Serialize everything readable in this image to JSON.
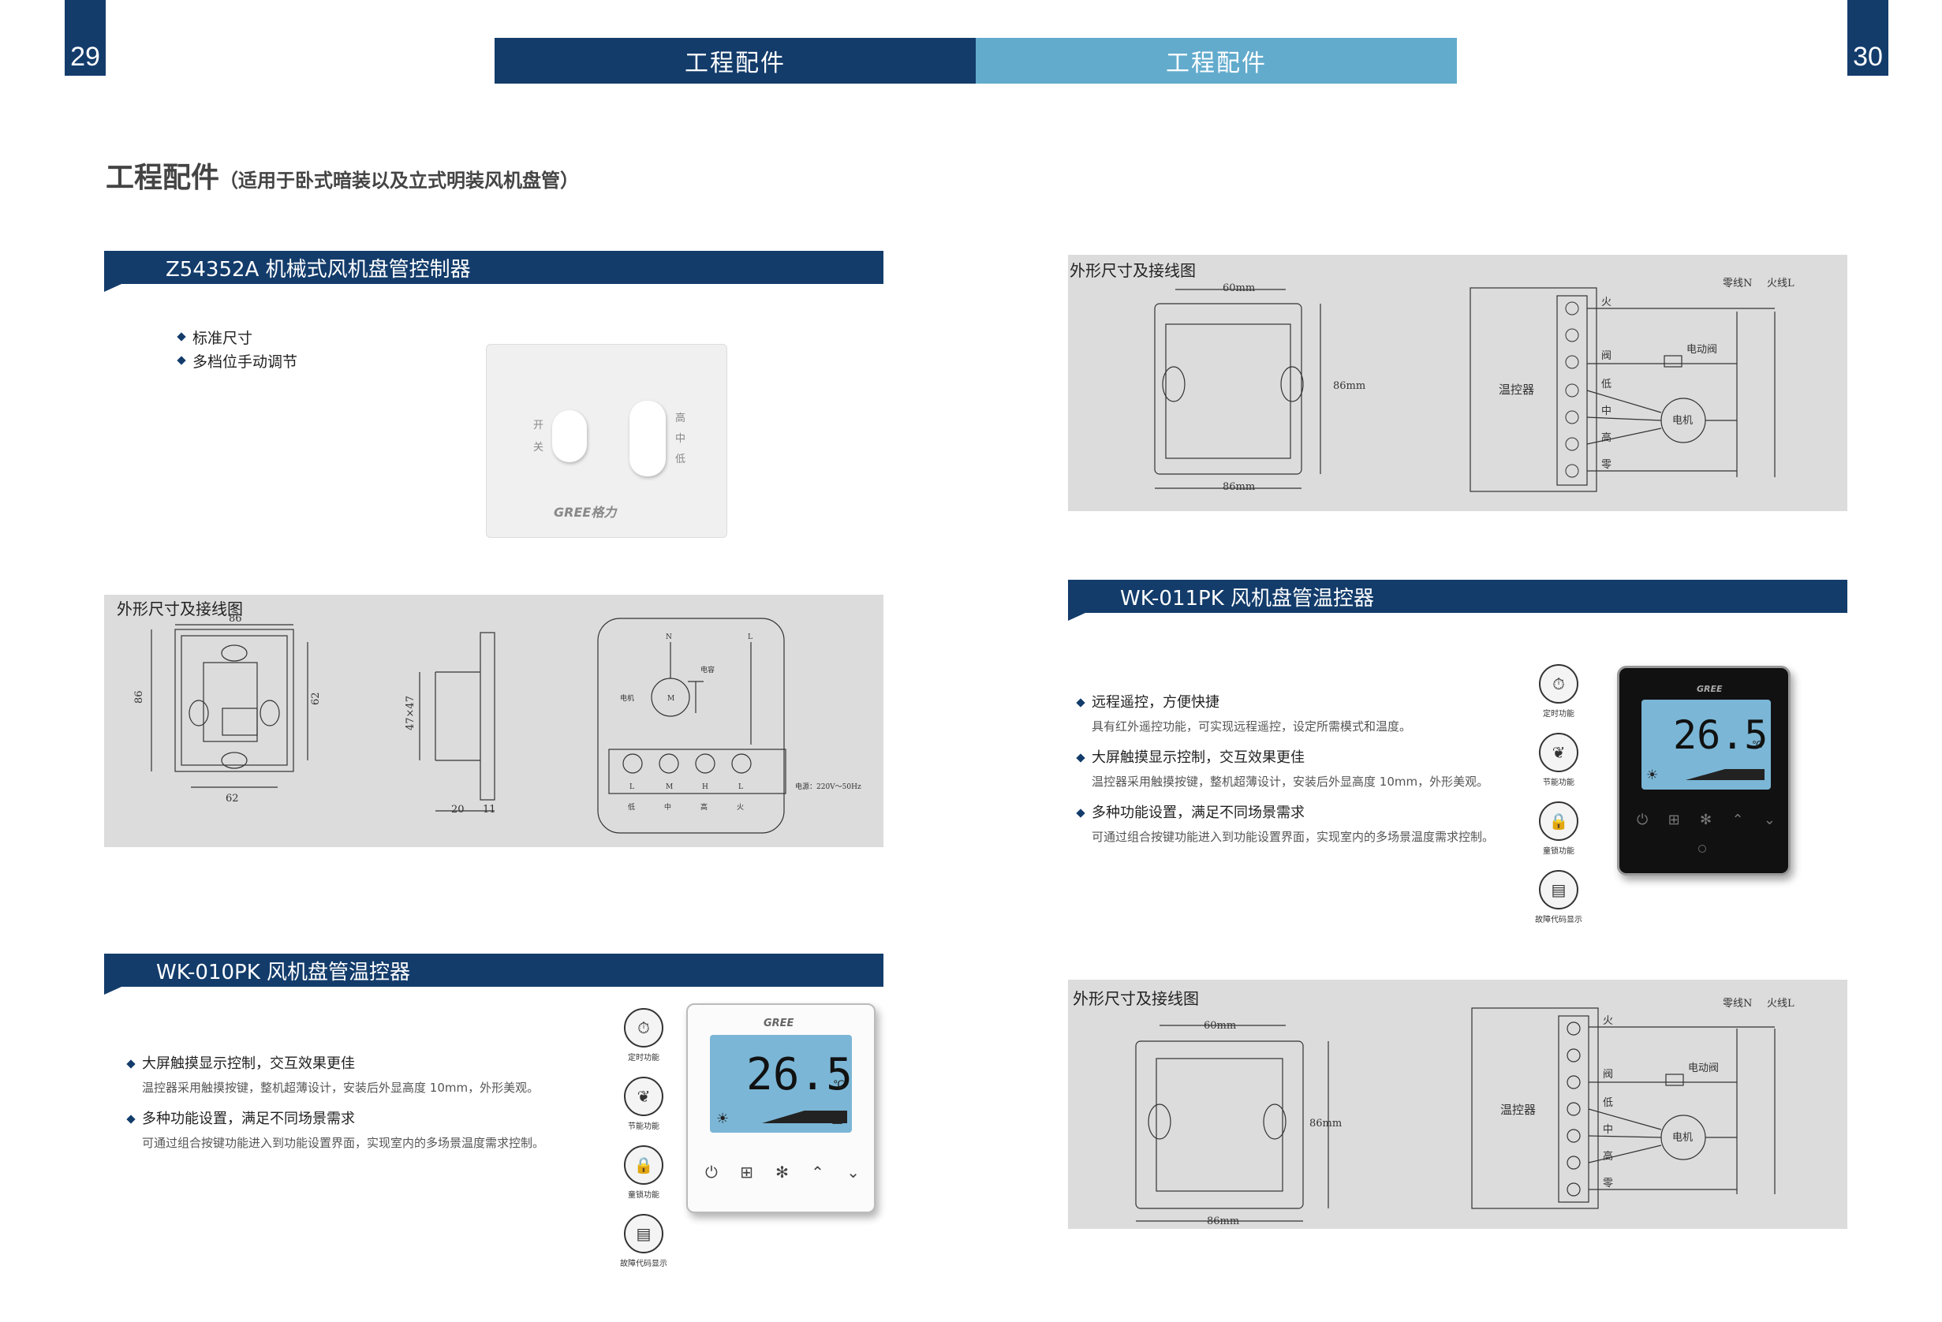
{
  "page_left": "29",
  "page_right": "30",
  "header_left": "工程配件",
  "header_right": "工程配件",
  "main_title": "工程配件",
  "main_subtitle": "（适用于卧式暗装以及立式明装风机盘管）",
  "colors": {
    "navy": "#133c6b",
    "lightblue": "#62abcd",
    "gray_box": "#dcdcdc"
  },
  "s1": {
    "title": "Z54352A 机械式风机盘管控制器",
    "bullets": [
      "标准尺寸",
      "多档位手动调节"
    ],
    "product": {
      "left_labels": [
        "开",
        "关"
      ],
      "right_labels": [
        "高",
        "中",
        "低"
      ],
      "brand": "GREE格力"
    },
    "diagram": {
      "label": "外形尺寸及接线图",
      "dims": [
        "86",
        "86",
        "62",
        "62",
        "47×47",
        "20",
        "11"
      ],
      "wiring": {
        "top": [
          "N",
          "L"
        ],
        "motor": "电机",
        "cap": "电容",
        "m": "M",
        "terms": [
          "L",
          "M",
          "H",
          "L"
        ],
        "names": [
          "低",
          "中",
          "高",
          "火"
        ],
        "power": "电源：220V～50Hz"
      }
    }
  },
  "s2": {
    "title": "WK-010PK 风机盘管温控器",
    "features": [
      {
        "title": "大屏触摸显示控制，交互效果更佳",
        "desc": "温控器采用触摸按键，整机超薄设计，安装后外显高度 10mm，外形美观。"
      },
      {
        "title": "多种功能设置，满足不同场景需求",
        "desc": "可通过组合按键功能进入到功能设置界面，实现室内的多场景温度需求控制。"
      }
    ],
    "icons": [
      {
        "name": "timer-icon",
        "label": "定时功能"
      },
      {
        "name": "leaf-icon",
        "label": "节能功能"
      },
      {
        "name": "lock-icon",
        "label": "童锁功能"
      },
      {
        "name": "fault-code-icon",
        "label": "故障代码显示"
      }
    ],
    "device": {
      "brand": "GREE",
      "temp": "26.5",
      "unit": "℃"
    }
  },
  "r1": {
    "label": "外形尺寸及接线图",
    "dims": {
      "top": "60mm",
      "right": "86mm",
      "bottom": "86mm"
    },
    "wiring": {
      "controller": "温控器",
      "neutral": "零线N",
      "live": "火线L",
      "terms": [
        "火",
        "阀",
        "低",
        "中",
        "高",
        "零"
      ],
      "valve": "电动阀",
      "motor": "电机"
    }
  },
  "s3": {
    "title": "WK-011PK 风机盘管温控器",
    "features": [
      {
        "title": "远程遥控，方便快捷",
        "desc": "具有红外遥控功能，可实现远程遥控，设定所需模式和温度。"
      },
      {
        "title": "大屏触摸显示控制，交互效果更佳",
        "desc": "温控器采用触摸按键，整机超薄设计，安装后外显高度 10mm，外形美观。"
      },
      {
        "title": "多种功能设置，满足不同场景需求",
        "desc": "可通过组合按键功能进入到功能设置界面，实现室内的多场景温度需求控制。"
      }
    ],
    "icons": [
      {
        "name": "timer-icon",
        "label": "定时功能"
      },
      {
        "name": "leaf-icon",
        "label": "节能功能"
      },
      {
        "name": "lock-icon",
        "label": "童锁功能"
      },
      {
        "name": "fault-code-icon",
        "label": "故障代码显示"
      }
    ],
    "device": {
      "brand": "GREE",
      "temp": "26.5",
      "unit": "℃"
    }
  },
  "r2": {
    "label": "外形尺寸及接线图",
    "dims": {
      "top": "60mm",
      "right": "86mm",
      "bottom": "86mm"
    },
    "wiring": {
      "controller": "温控器",
      "neutral": "零线N",
      "live": "火线L",
      "terms": [
        "火",
        "阀",
        "低",
        "中",
        "高",
        "零"
      ],
      "valve": "电动阀",
      "motor": "电机"
    }
  }
}
